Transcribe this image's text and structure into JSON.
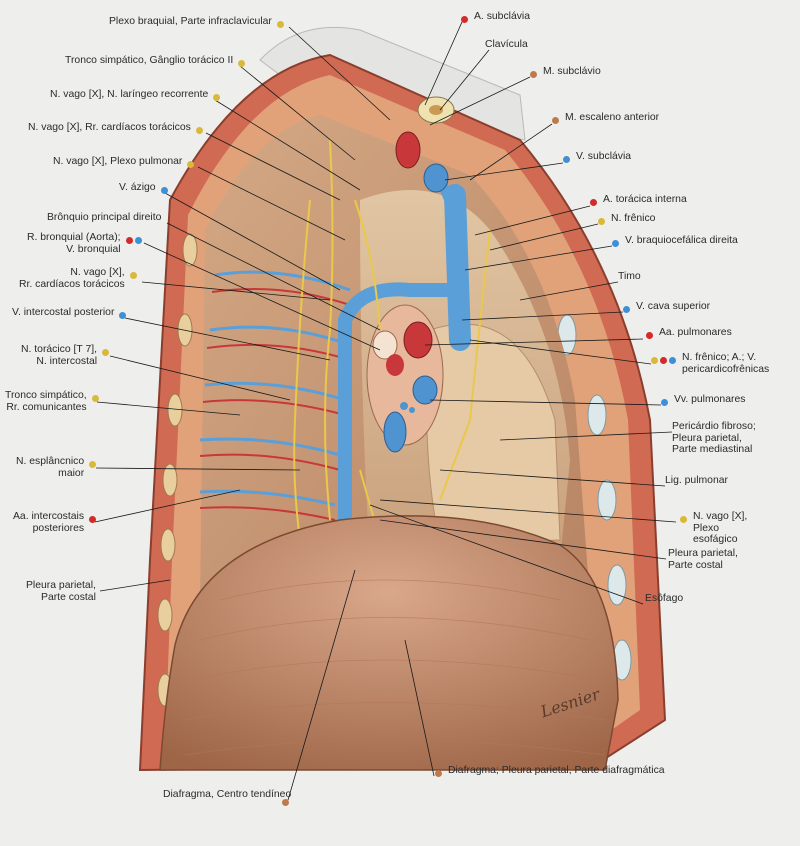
{
  "labels_left": [
    {
      "id": "plexo-braquial",
      "lines": [
        "Plexo braquial, Parte infraclavicular"
      ],
      "dots": [
        "yellow"
      ]
    },
    {
      "id": "tronco-simpatico-ganglio",
      "lines": [
        "Tronco simpático, Gânglio torácico II"
      ],
      "dots": [
        "yellow"
      ]
    },
    {
      "id": "vago-laringeo",
      "lines": [
        "N. vago [X], N. laríngeo recorrente"
      ],
      "dots": [
        "yellow"
      ]
    },
    {
      "id": "vago-cardiacos-1",
      "lines": [
        "N. vago [X], Rr. cardíacos torácicos"
      ],
      "dots": [
        "yellow"
      ]
    },
    {
      "id": "vago-plexo-pulmonar",
      "lines": [
        "N. vago [X], Plexo pulmonar"
      ],
      "dots": [
        "yellow"
      ]
    },
    {
      "id": "v-azigo",
      "lines": [
        "V. ázigo"
      ],
      "dots": [
        "blue"
      ]
    },
    {
      "id": "bronquio-principal",
      "lines": [
        "Brônquio principal direito"
      ],
      "dots": []
    },
    {
      "id": "r-bronquial",
      "lines": [
        "R. bronquial (Aorta);",
        "V. bronquial"
      ],
      "dots": [
        "red",
        "blue"
      ]
    },
    {
      "id": "vago-cardiacos-2",
      "lines": [
        "N. vago [X],",
        "Rr. cardíacos torácicos"
      ],
      "dots": [
        "yellow"
      ]
    },
    {
      "id": "v-intercostal-posterior",
      "lines": [
        "V. intercostal posterior"
      ],
      "dots": [
        "blue"
      ]
    },
    {
      "id": "n-toracico",
      "lines": [
        "N. torácico [T 7],",
        "N. intercostal"
      ],
      "dots": [
        "yellow"
      ]
    },
    {
      "id": "tronco-simpatico-rr",
      "lines": [
        "Tronco simpático,",
        "Rr. comunicantes"
      ],
      "dots": [
        "yellow"
      ]
    },
    {
      "id": "n-esplancnico",
      "lines": [
        "N. esplâncnico",
        "maior"
      ],
      "dots": [
        "yellow"
      ]
    },
    {
      "id": "aa-intercostais",
      "lines": [
        "Aa. intercostais",
        "posteriores"
      ],
      "dots": [
        "red"
      ]
    },
    {
      "id": "pleura-costal-left",
      "lines": [
        "Pleura parietal,",
        "Parte costal"
      ],
      "dots": []
    }
  ],
  "labels_right": [
    {
      "id": "a-subclavia",
      "lines": [
        "A. subclávia"
      ],
      "dots": [
        "red"
      ]
    },
    {
      "id": "clavicula",
      "lines": [
        "Clavícula"
      ],
      "dots": []
    },
    {
      "id": "m-subclavio",
      "lines": [
        "M. subclávio"
      ],
      "dots": [
        "brown"
      ]
    },
    {
      "id": "m-escaleno",
      "lines": [
        "M. escaleno anterior"
      ],
      "dots": [
        "brown"
      ]
    },
    {
      "id": "v-subclavia",
      "lines": [
        "V. subclávia"
      ],
      "dots": [
        "blue"
      ]
    },
    {
      "id": "a-toracica-interna",
      "lines": [
        "A. torácica interna"
      ],
      "dots": [
        "red"
      ]
    },
    {
      "id": "n-frenico",
      "lines": [
        "N. frênico"
      ],
      "dots": [
        "yellow"
      ]
    },
    {
      "id": "v-braquiocefalica",
      "lines": [
        "V. braquiocefálica direita"
      ],
      "dots": [
        "blue"
      ]
    },
    {
      "id": "timo",
      "lines": [
        "Timo"
      ],
      "dots": []
    },
    {
      "id": "v-cava-superior",
      "lines": [
        "V. cava superior"
      ],
      "dots": [
        "blue"
      ]
    },
    {
      "id": "aa-pulmonares",
      "lines": [
        "Aa. pulmonares"
      ],
      "dots": [
        "red"
      ]
    },
    {
      "id": "n-frenico-pericardico",
      "lines": [
        "N. frênico; A.; V.",
        "pericardicofrênicas"
      ],
      "dots": [
        "yellow",
        "red",
        "blue"
      ]
    },
    {
      "id": "vv-pulmonares",
      "lines": [
        "Vv. pulmonares"
      ],
      "dots": [
        "blue"
      ]
    },
    {
      "id": "pericardio",
      "lines": [
        "Pericárdio fibroso;",
        "Pleura parietal,",
        "Parte mediastinal"
      ],
      "dots": []
    },
    {
      "id": "lig-pulmonar",
      "lines": [
        "Lig. pulmonar"
      ],
      "dots": []
    },
    {
      "id": "vago-plexo-esofagico",
      "lines": [
        "N. vago [X],",
        "Plexo",
        "esofágico"
      ],
      "dots": [
        "yellow"
      ]
    },
    {
      "id": "pleura-costal-right",
      "lines": [
        "Pleura parietal,",
        "Parte costal"
      ],
      "dots": []
    },
    {
      "id": "esofago",
      "lines": [
        "Esôfago"
      ],
      "dots": []
    }
  ],
  "labels_bottom": [
    {
      "id": "diafragma-pleura",
      "lines": [
        "Diafragma; Pleura parietal, Parte diafragmática"
      ],
      "dots": [
        "brown"
      ]
    },
    {
      "id": "diafragma-centro",
      "lines": [
        "Diafragma, Centro tendíneo"
      ],
      "dots": [
        "brown"
      ]
    }
  ],
  "signature": "Lesnier",
  "colors": {
    "yellow": "#d8b93a",
    "red": "#d42a2a",
    "blue": "#3d8fd6",
    "brown": "#c07a4a",
    "muscle": "#c98a62",
    "diaphragm": "#c69074",
    "vein": "#5b9fd8",
    "artery": "#c8383a",
    "nerve": "#e9c84a",
    "background": "#eeeeec"
  }
}
